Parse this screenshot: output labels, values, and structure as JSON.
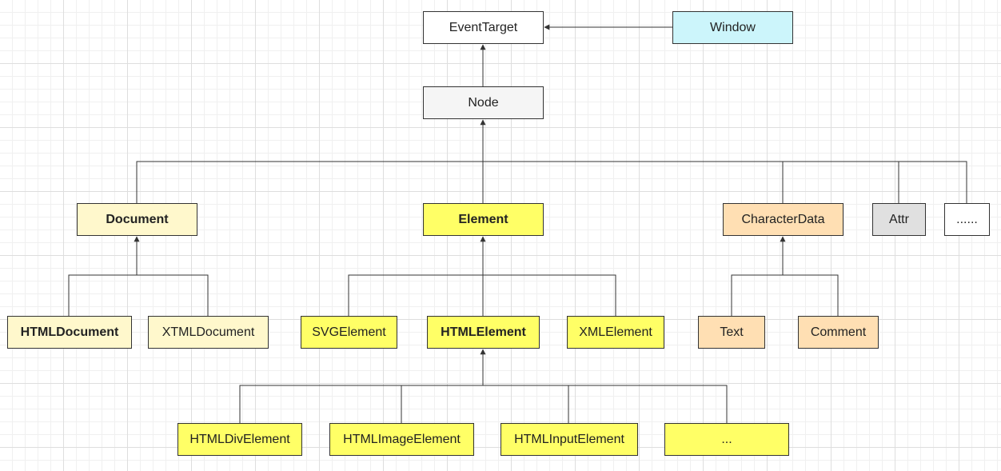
{
  "colors": {
    "white": "#ffffff",
    "cyan": "#ccf5fb",
    "light_gray": "#f5f5f5",
    "light_yellow": "#fff8cc",
    "yellow": "#ffff66",
    "peach": "#ffdfb3",
    "gray": "#e0e0e0",
    "line": "#333333"
  },
  "nodes": {
    "event_target": "EventTarget",
    "window": "Window",
    "node": "Node",
    "document": "Document",
    "element": "Element",
    "character_data": "CharacterData",
    "attr": "Attr",
    "more_node_types": "......",
    "html_document": "HTMLDocument",
    "xtml_document": "XTMLDocument",
    "svg_element": "SVGElement",
    "html_element": "HTMLElement",
    "xml_element": "XMLElement",
    "text": "Text",
    "comment": "Comment",
    "html_div_element": "HTMLDivElement",
    "html_image_element": "HTMLImageElement",
    "html_input_element": "HTMLInputElement",
    "more_html_elements": "..."
  }
}
